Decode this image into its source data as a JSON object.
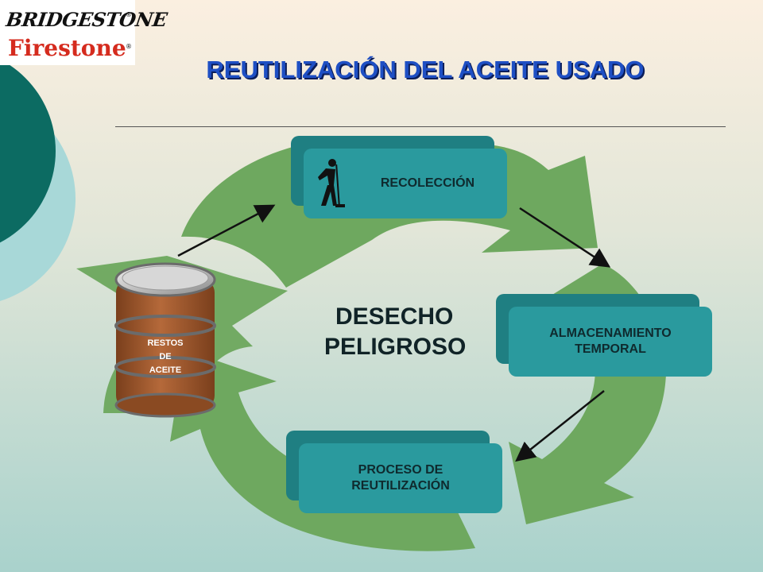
{
  "logos": {
    "bridgestone": "BRIDGESTONE",
    "firestone": "Firestone",
    "registered": "®"
  },
  "title": "REUTILIZACIÓN DEL ACEITE USADO",
  "diagram": {
    "center": [
      "DESECHO",
      "PELIGROSO"
    ],
    "barrel_label": [
      "RESTOS",
      "DE",
      "ACEITE"
    ],
    "steps": [
      {
        "label": "RECOLECCIÓN",
        "icon": "worker-sweeping-icon"
      },
      {
        "label": "ALMACENAMIENTO TEMPORAL"
      },
      {
        "label": "PROCESO DE REUTILIZACIÓN"
      }
    ]
  },
  "colors": {
    "title": "#1e4fc4",
    "box": "#2a9a9e",
    "box_shadow": "#1f7f82",
    "recycle_arrow": "#6ea85f",
    "barrel": "#a25a2c",
    "corner_dark": "#0c6b62",
    "corner_light": "#a8d8d8"
  }
}
